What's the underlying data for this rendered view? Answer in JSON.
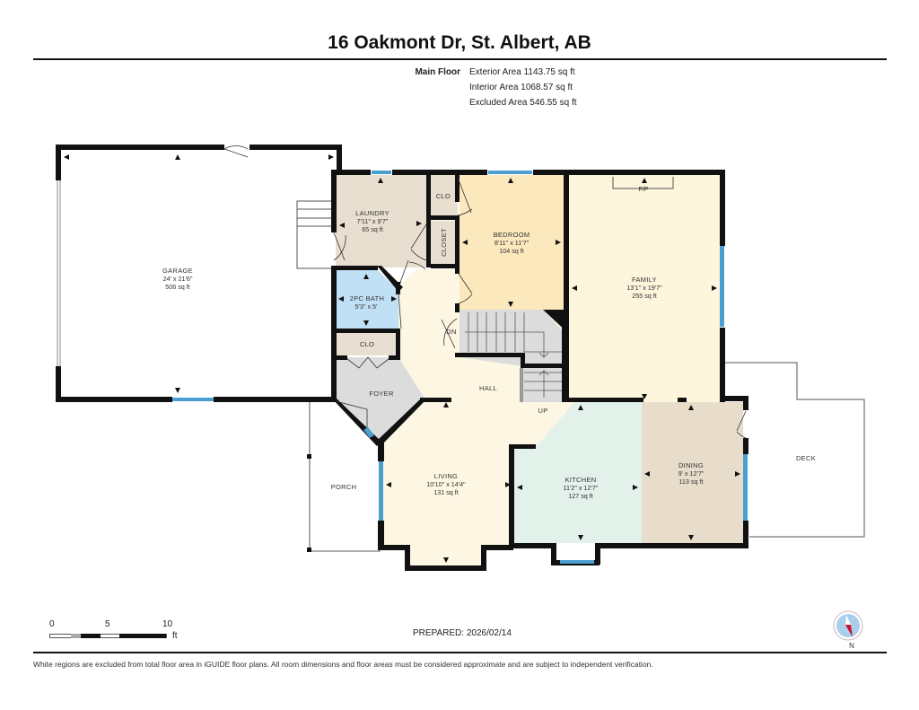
{
  "header": {
    "title": "16 Oakmont Dr, St. Albert, AB"
  },
  "floor_summary": {
    "floor_name": "Main Floor",
    "exterior_area": "Exterior Area 1143.75 sq ft",
    "interior_area": "Interior Area 1068.57 sq ft",
    "excluded_area": "Excluded Area 546.55 sq ft"
  },
  "rooms": {
    "garage": {
      "name": "GARAGE",
      "dims": "24' x 21'6\"",
      "area": "506 sq ft"
    },
    "laundry": {
      "name": "LAUNDRY",
      "dims": "7'11\" x 9'7\"",
      "area": "65 sq ft"
    },
    "clo_top": {
      "name": "CLO"
    },
    "closet": {
      "name": "CLOSET"
    },
    "bedroom": {
      "name": "BEDROOM",
      "dims": "8'11\" x 11'7\"",
      "area": "104 sq ft"
    },
    "family": {
      "name": "FAMILY",
      "dims": "13'1\" x 19'7\"",
      "area": "255 sq ft",
      "fireplace": "F/P"
    },
    "bath": {
      "name": "2PC BATH",
      "dims": "5'3\" x 5'"
    },
    "clo_foyer": {
      "name": "CLO"
    },
    "foyer": {
      "name": "FOYER"
    },
    "hall": {
      "name": "HALL"
    },
    "stairs_down": {
      "label": "DN"
    },
    "stairs_up": {
      "label": "UP"
    },
    "living": {
      "name": "LIVING",
      "dims": "10'10\" x 14'4\"",
      "area": "131 sq ft"
    },
    "kitchen": {
      "name": "KITCHEN",
      "dims": "11'2\" x 12'7\"",
      "area": "127 sq ft"
    },
    "dining": {
      "name": "DINING",
      "dims": "9' x 12'7\"",
      "area": "113 sq ft"
    },
    "porch": {
      "name": "PORCH"
    },
    "deck": {
      "name": "DECK"
    }
  },
  "colors": {
    "wall": "#111111",
    "window": "#4a9fd0",
    "laundry": "#e9dfd0",
    "bedroom": "#fbe8bd",
    "family": "#fdf5dc",
    "bath": "#bfe0f5",
    "foyer": "#dcdcdc",
    "hall": "#fdf6e2",
    "kitchen": "#e2f1ea",
    "dining": "#e8dccb",
    "stairs": "#dcdcdc",
    "compass_red": "#c8102e",
    "compass_blue": "#a9cfea"
  },
  "scale_bar": {
    "tick_0": "0",
    "tick_5": "5",
    "tick_10": "10",
    "unit": "ft"
  },
  "footer": {
    "prepared": "PREPARED: 2026/02/14",
    "disclaimer": "White regions are excluded from total floor area in iGUIDE floor plans. All room dimensions and floor areas must be considered approximate and are subject to independent verification.",
    "compass_label": "N"
  }
}
